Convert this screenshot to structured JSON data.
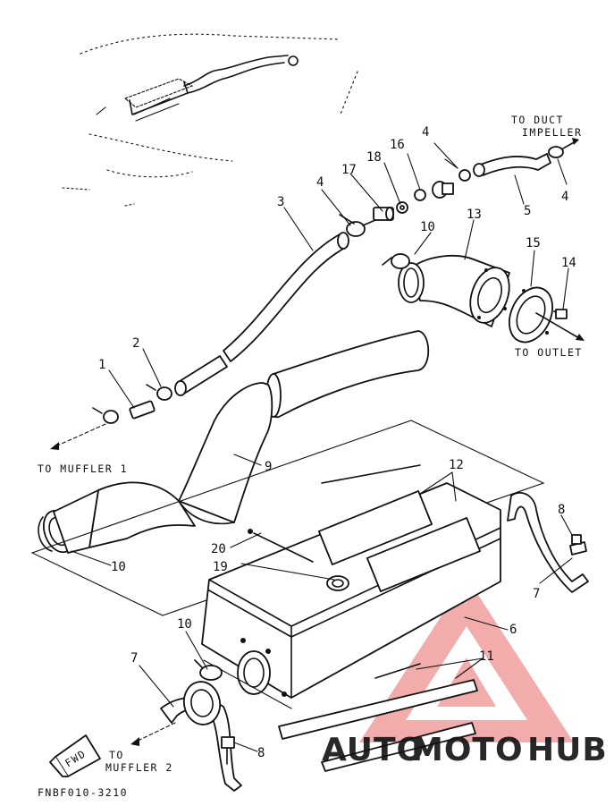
{
  "callouts": [
    "1",
    "2",
    "3",
    "4",
    "4",
    "4",
    "5",
    "6",
    "7",
    "7",
    "8",
    "8",
    "9",
    "10",
    "10",
    "10",
    "11",
    "12",
    "13",
    "14",
    "15",
    "16",
    "17",
    "18",
    "19",
    "20"
  ],
  "captions": {
    "to_duct_impeller_line1": "TO DUCT",
    "to_duct_impeller_line2": "IMPELLER",
    "to_outlet": "TO OUTLET",
    "to_muffler_1": "TO MUFFLER 1",
    "to_muffler_2_line1": "TO",
    "to_muffler_2_line2": "MUFFLER 2",
    "fwd": "FWD"
  },
  "figure_code": "FNBF010-3210",
  "watermark": {
    "brand_part1": "AUTO",
    "brand_part2": "MOTO",
    "brand_part3": "HUB",
    "color_gold": "#f2b44a",
    "color_red": "#e86a6a",
    "color_grey": "#7d7d7d"
  }
}
